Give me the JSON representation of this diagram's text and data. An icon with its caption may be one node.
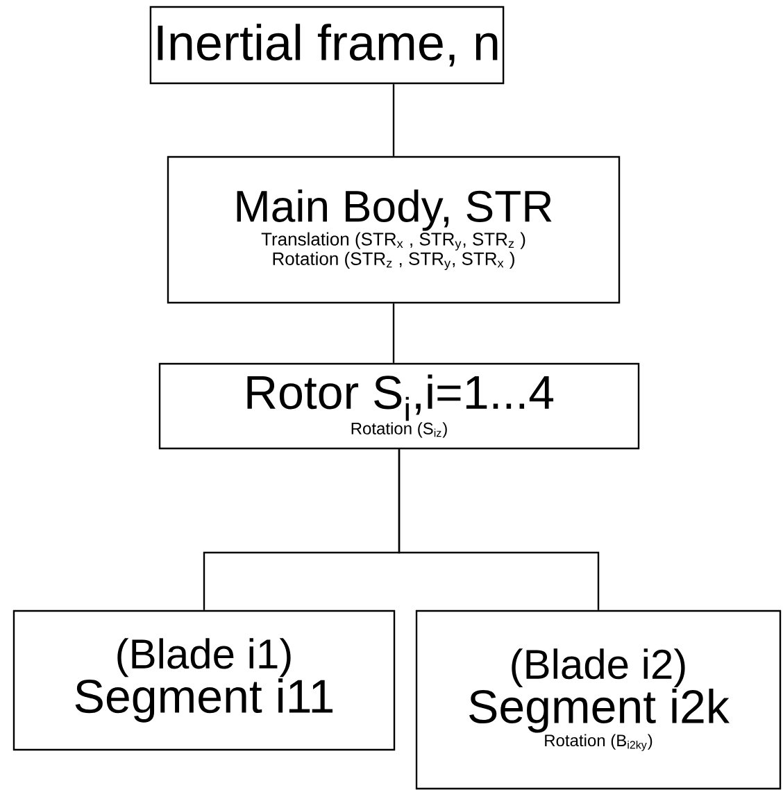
{
  "diagram": {
    "nodes": [
      {
        "text": [
          "Inertial frame, n"
        ]
      },
      {
        "text": [
          "Main Body, STR",
          "Translation (STR$_{x}$ , STR$_{y}$, STR$_{z}$ )",
          "Rotation (STR$_{z}$ , STR$_{y}$, STR$_{x}$ )"
        ]
      },
      {
        "text": [
          "Rotor S$_{i}$,i=1...4",
          "Rotation (S$_{iz}$)"
        ]
      },
      {
        "text": [
          "(Blade i1)",
          "Segment i11"
        ]
      },
      {
        "text": [
          "(Blade i2)",
          "Segment i2k",
          "Rotation (B$_{i2ky}$)"
        ]
      }
    ],
    "edges": [
      {
        "from": 0,
        "to": 1,
        "arrow": "none"
      },
      {
        "from": 1,
        "to": 2,
        "arrow": "none"
      },
      {
        "from": 2,
        "to": 3,
        "arrow": "none"
      },
      {
        "from": 2,
        "to": 4,
        "arrow": "none"
      }
    ]
  }
}
